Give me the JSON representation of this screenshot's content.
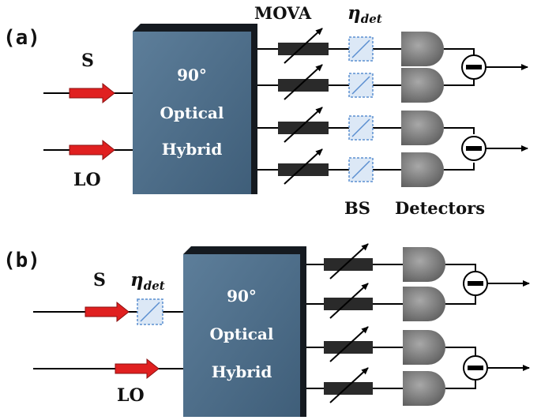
{
  "panel_a": {
    "label": "(a)",
    "signal_label": "S",
    "lo_label": "LO",
    "hybrid_lines": [
      "90°",
      "Optical",
      "Hybrid"
    ],
    "mova_label": "MOVA",
    "eta_symbol": "η",
    "eta_subscript": "det",
    "bs_label": "BS",
    "detectors_label": "Detectors"
  },
  "panel_b": {
    "label": "(b)",
    "signal_label": "S",
    "lo_label": "LO",
    "hybrid_lines": [
      "90°",
      "Optical",
      "Hybrid"
    ],
    "eta_symbol": "η",
    "eta_subscript": "det"
  },
  "colors": {
    "hybrid_fill": "#4a6a86",
    "hybrid_shadow": "#151a20",
    "arrow_red": "#e02020",
    "attenuator": "#2a2a2a",
    "bs_fill": "#dce8f6",
    "bs_border": "#5b8fd0",
    "detector": "#808080",
    "line": "#000000"
  }
}
